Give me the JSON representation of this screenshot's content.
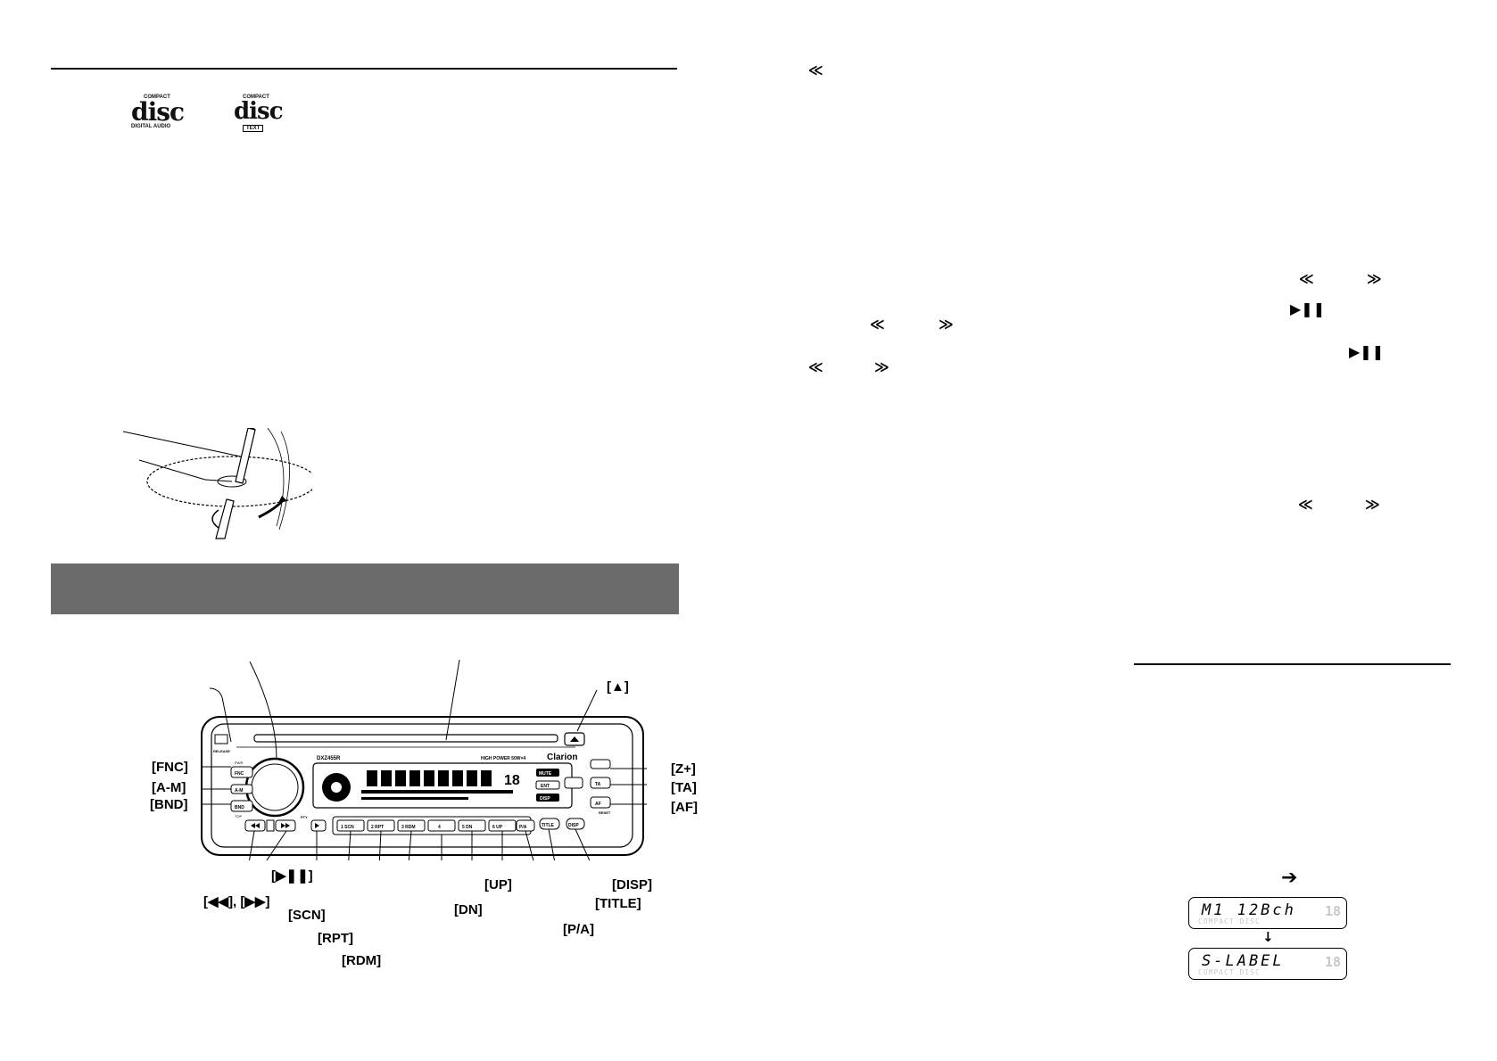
{
  "logos": {
    "cd_digital_audio": {
      "top": "COMPACT",
      "main": "disc",
      "bottom": "DIGITAL AUDIO"
    },
    "cd_text": {
      "top": "COMPACT",
      "main": "disc",
      "bottom": "TEXT"
    }
  },
  "glyphs": {
    "rewind": "≪",
    "forward": "≫",
    "play_pause": "▶❚❚",
    "right_arrow": "➔",
    "down_arrow": "↓"
  },
  "control_labels": {
    "eject": "[▲]",
    "fnc": "[FNC]",
    "am": "[A-M]",
    "bnd": "[BND]",
    "zplus": "[Z+]",
    "ta": "[TA]",
    "af": "[AF]",
    "play_pause": "[▶❚❚]",
    "rew_ff": "[◀◀], [▶▶]",
    "scn": "[SCN]",
    "rpt": "[RPT]",
    "rdm": "[RDM]",
    "dn": "[DN]",
    "up": "[UP]",
    "pa": "[P/A]",
    "title": "[TITLE]",
    "disp": "[DISP]"
  },
  "device": {
    "brand": "Clarion",
    "model": "DXZ455R",
    "tagline": "HIGH POWER 50W×4",
    "buttons": {
      "fnc": "FNC",
      "am": "A-M",
      "bnd": "BND",
      "ta": "TA",
      "af": "AF",
      "disp": "DISP",
      "title": "TITLE",
      "pa": "P/A",
      "preset": [
        "1 SCN",
        "2 RPT",
        "3 RDM",
        "4",
        "5 DN",
        "6 UP"
      ]
    },
    "small_labels": {
      "release": "RELEASE",
      "pwr": "PWR",
      "top": "TOP",
      "pty": "PTY",
      "ent": "ENT",
      "reset": "RESET",
      "mute": "MUTE",
      "disp_small": "DISP"
    }
  },
  "lcd_displays": [
    {
      "text": "M1 12Bch",
      "ghost": "18",
      "ghost_small": "COMPACT DISC"
    },
    {
      "text": "S-LABEL",
      "ghost": "18",
      "ghost_small": "COMPACT DISC"
    }
  ]
}
